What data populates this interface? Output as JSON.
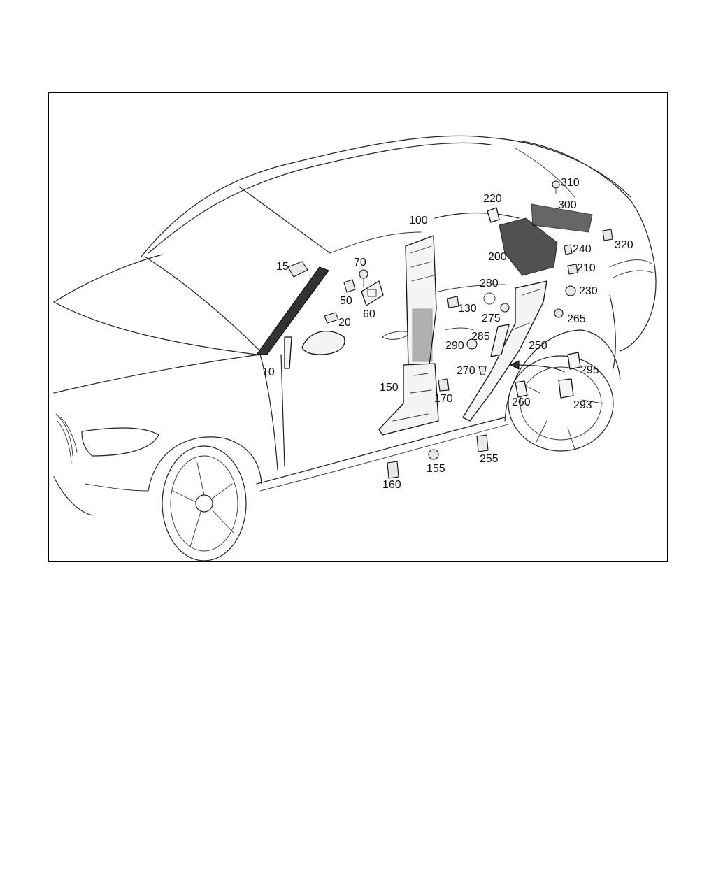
{
  "diagram": {
    "callouts": [
      {
        "id": "c10",
        "label": "10"
      },
      {
        "id": "c15",
        "label": "15"
      },
      {
        "id": "c20",
        "label": "20"
      },
      {
        "id": "c50",
        "label": "50"
      },
      {
        "id": "c60",
        "label": "60"
      },
      {
        "id": "c70",
        "label": "70"
      },
      {
        "id": "c100",
        "label": "100"
      },
      {
        "id": "c130",
        "label": "130"
      },
      {
        "id": "c150",
        "label": "150"
      },
      {
        "id": "c155",
        "label": "155"
      },
      {
        "id": "c160",
        "label": "160"
      },
      {
        "id": "c170",
        "label": "170"
      },
      {
        "id": "c200",
        "label": "200"
      },
      {
        "id": "c210",
        "label": "210"
      },
      {
        "id": "c220",
        "label": "220"
      },
      {
        "id": "c230",
        "label": "230"
      },
      {
        "id": "c240",
        "label": "240"
      },
      {
        "id": "c250",
        "label": "250"
      },
      {
        "id": "c255",
        "label": "255"
      },
      {
        "id": "c260",
        "label": "260"
      },
      {
        "id": "c265",
        "label": "265"
      },
      {
        "id": "c270",
        "label": "270"
      },
      {
        "id": "c275",
        "label": "275"
      },
      {
        "id": "c280",
        "label": "280"
      },
      {
        "id": "c285",
        "label": "285"
      },
      {
        "id": "c290",
        "label": "290"
      },
      {
        "id": "c293",
        "label": "293"
      },
      {
        "id": "c295",
        "label": "295"
      },
      {
        "id": "c300",
        "label": "300"
      },
      {
        "id": "c310",
        "label": "310"
      },
      {
        "id": "c320",
        "label": "320"
      }
    ]
  }
}
